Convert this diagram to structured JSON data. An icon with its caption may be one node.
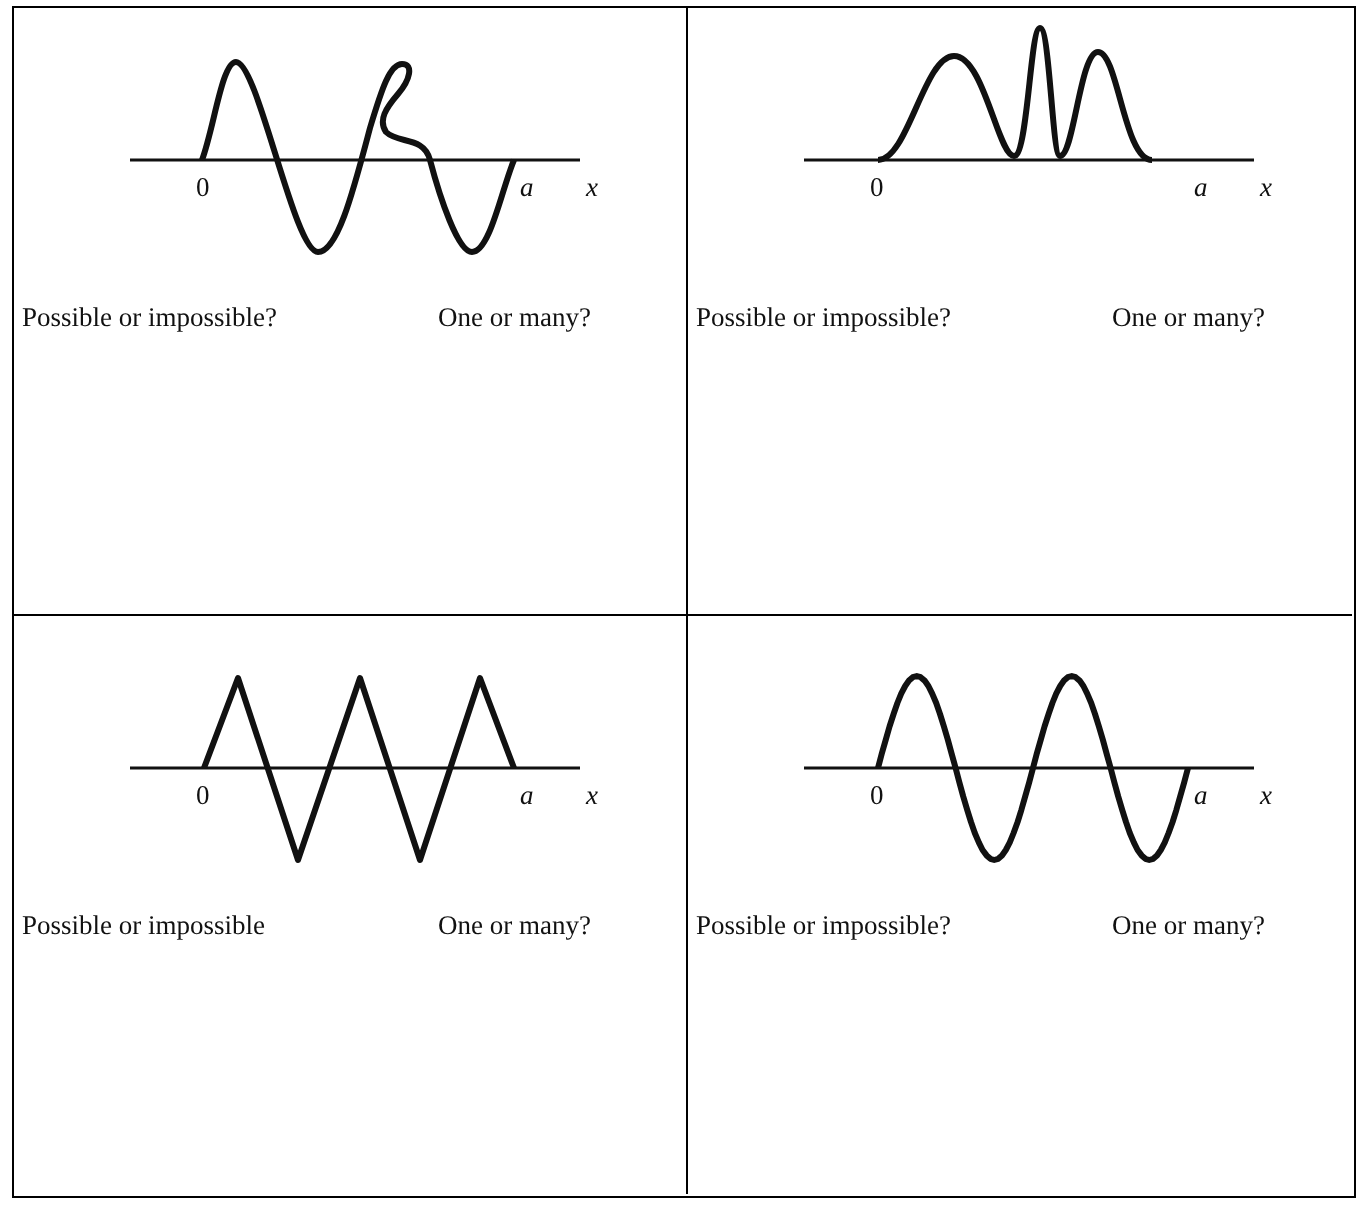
{
  "diagram": {
    "nodes": [
      {
        "text": [
          "0",
          "a",
          "x",
          "Possible or impossible?",
          "One or many?"
        ]
      },
      {
        "text": [
          "0",
          "a",
          "x",
          "Possible or impossible?",
          "One or many?"
        ]
      },
      {
        "text": [
          "0",
          "a",
          "x",
          "Possible or impossible",
          "One or many?"
        ]
      },
      {
        "text": [
          "0",
          "a",
          "x",
          "Possible or impossible?",
          "One or many?"
        ]
      }
    ]
  }
}
